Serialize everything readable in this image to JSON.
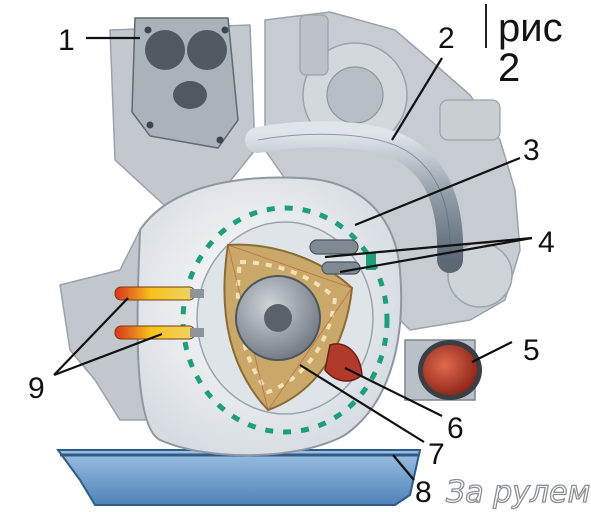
{
  "figure": {
    "label": "рис 2"
  },
  "callouts": [
    "1",
    "2",
    "3",
    "4",
    "5",
    "6",
    "7",
    "8",
    "9"
  ],
  "watermark": "За рулем",
  "colors": {
    "engine_grey": "#c9cdd2",
    "housing": "#eef1f4",
    "rotor_gold": "#caa869",
    "pan_blue": "#6d9fce",
    "port_red": "#b23a2a",
    "spark_yellow": "#f2c419",
    "spark_red": "#d9331f",
    "marker_green": "#1f9e7c"
  }
}
